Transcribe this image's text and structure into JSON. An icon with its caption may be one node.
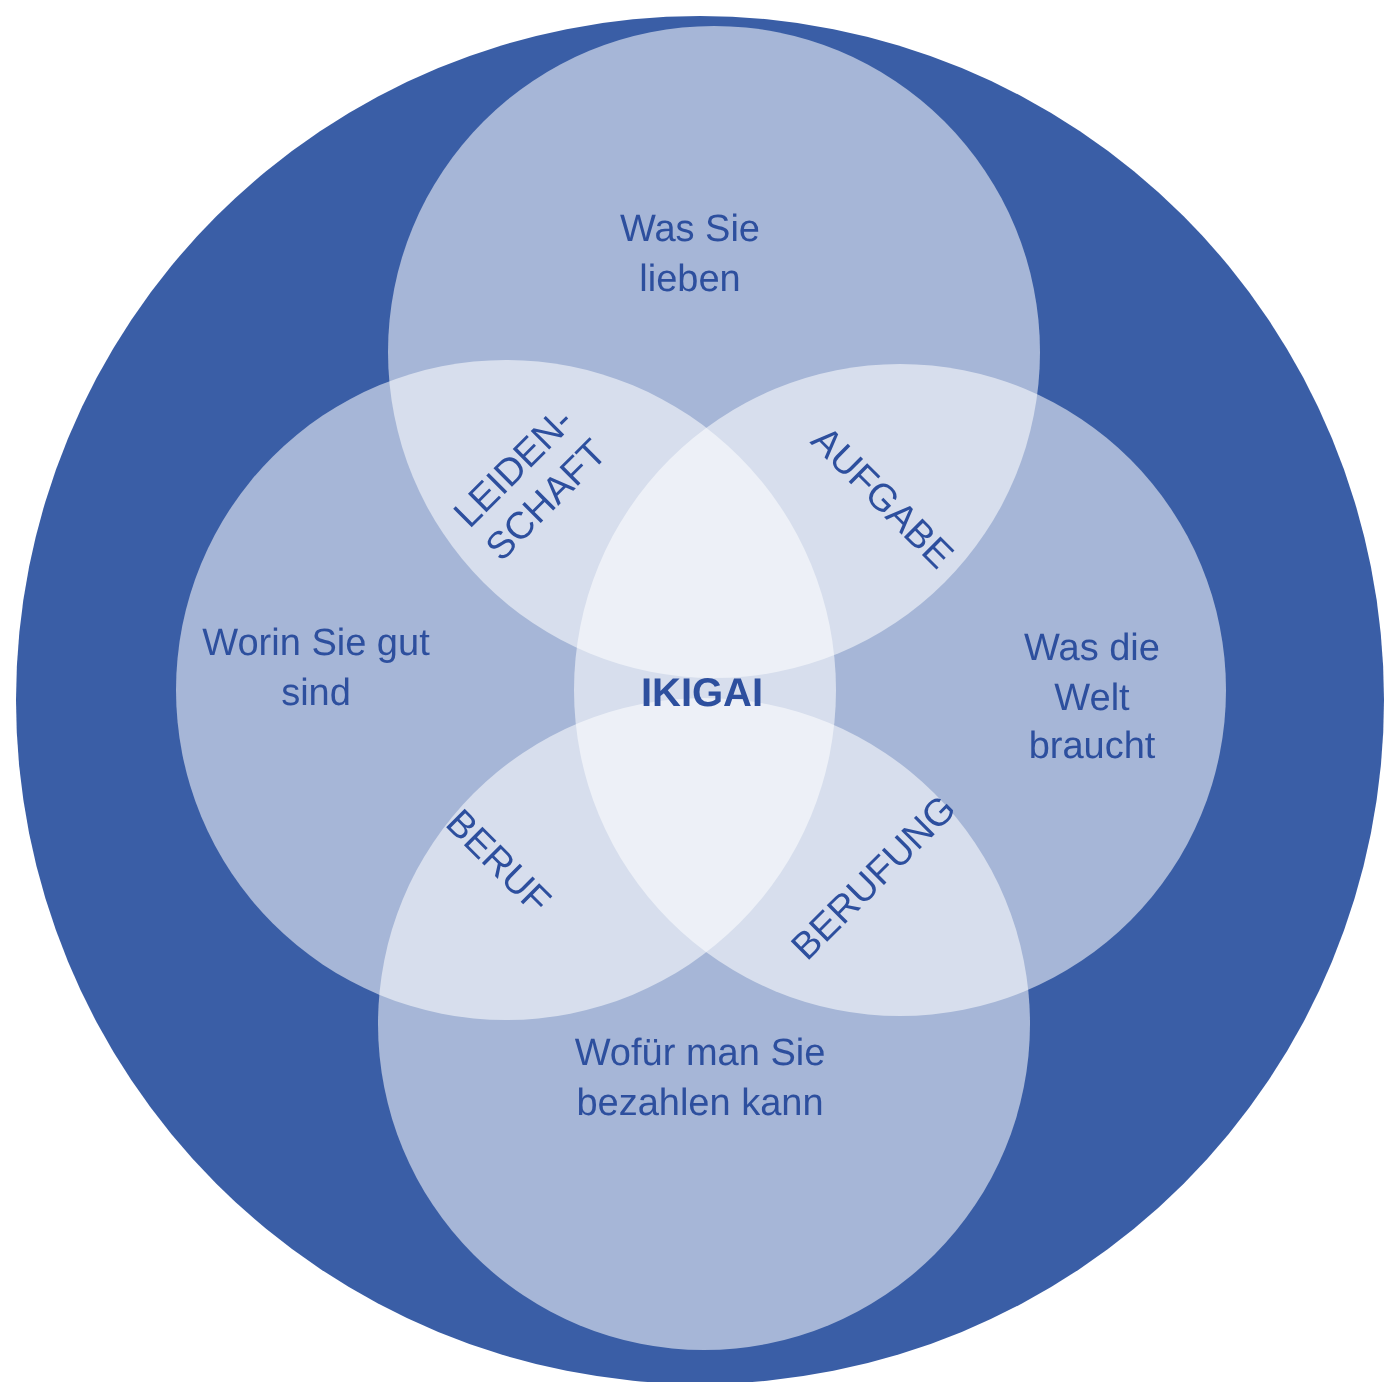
{
  "diagram": {
    "nodes": [
      {
        "text": [
          "Was Sie lieben"
        ]
      },
      {
        "text": [
          "Worin Sie gut sind"
        ]
      },
      {
        "text": [
          "Was die Welt braucht"
        ]
      },
      {
        "text": [
          "Wofür man Sie bezahlen kann"
        ]
      }
    ],
    "labels": [
      "LEIDEN- SCHAFT",
      "AUFGABE",
      "IKIGAI",
      "BERUF",
      "BERUFUNG"
    ]
  }
}
